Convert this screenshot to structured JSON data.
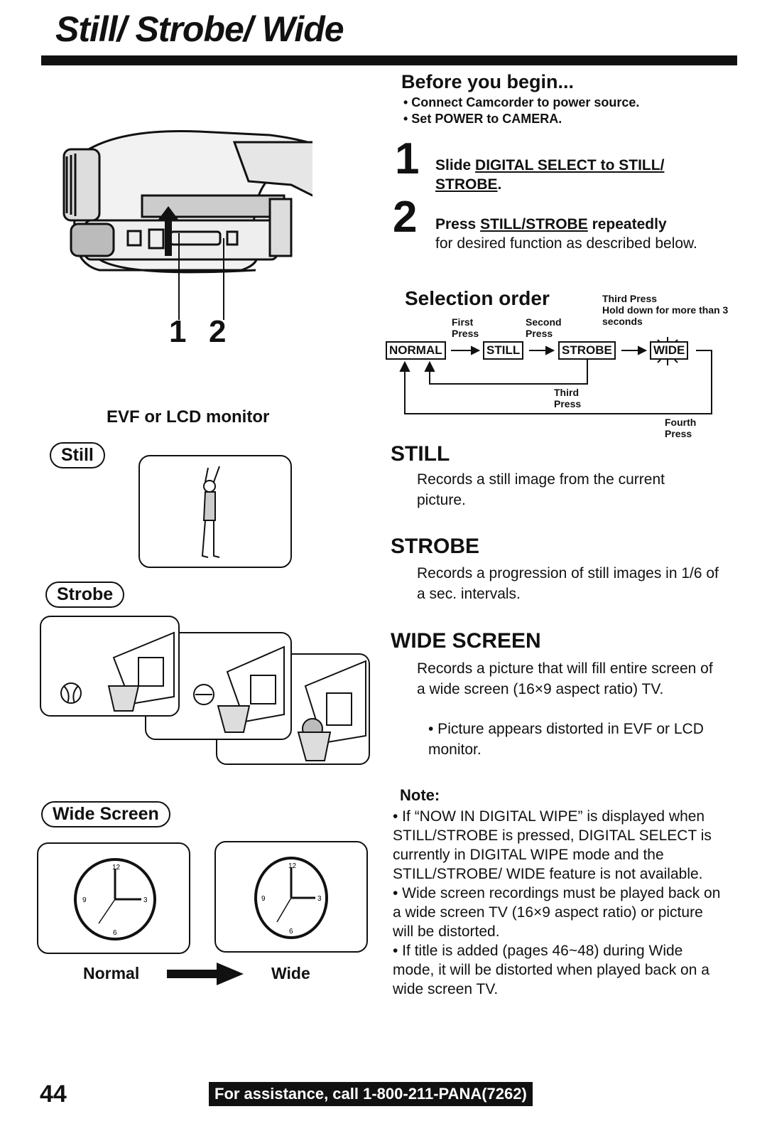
{
  "page": {
    "title": "Still/ Strobe/ Wide",
    "page_number": "44",
    "footer": "For assistance, call 1-800-211-PANA(7262)"
  },
  "camcorder": {
    "callout_1": "1",
    "callout_2": "2"
  },
  "monitor_label": "EVF or LCD monitor",
  "modes": {
    "still": "Still",
    "strobe": "Strobe",
    "wide_screen": "Wide Screen"
  },
  "clock": {
    "normal": "Normal",
    "wide": "Wide",
    "n12": "12",
    "n3": "3",
    "n6": "6",
    "n9": "9"
  },
  "before": {
    "heading": "Before you begin...",
    "items": [
      "• Connect Camcorder to power source.",
      "• Set POWER to CAMERA."
    ]
  },
  "steps": [
    {
      "num": "1",
      "pre": "Slide ",
      "u": "DIGITAL SELECT to STILL/ STROBE",
      "post": "."
    },
    {
      "num": "2",
      "pre": "Press ",
      "u": "STILL/STROBE",
      "bold_post": " repeatedly",
      "rest": "for desired function as described below."
    }
  ],
  "selection": {
    "heading": "Selection order",
    "normal": "NORMAL",
    "still": "STILL",
    "strobe": "STROBE",
    "wide": "WIDE",
    "first_press": "First Press",
    "second_press": "Second Press",
    "third_press_top": "Third Press",
    "hold_note": "Hold down for more than 3 seconds",
    "third_press": "Third Press",
    "fourth_press": "Fourth Press"
  },
  "sections": [
    {
      "heading": "STILL",
      "text": "Records a still image from the current picture."
    },
    {
      "heading": "STROBE",
      "text": "Records a progression of still images in 1/6 of a sec. intervals."
    },
    {
      "heading": "WIDE SCREEN",
      "text": "Records a picture that will fill entire screen of a wide screen (16×9 aspect ratio) TV.",
      "sub": "• Picture appears distorted in EVF or LCD monitor."
    }
  ],
  "note": {
    "heading": "Note:",
    "items": [
      "• If “NOW IN DIGITAL WIPE” is displayed when STILL/STROBE is pressed, DIGITAL SELECT is currently in DIGITAL WIPE mode and the STILL/STROBE/ WIDE feature is not available.",
      "• Wide screen recordings must be played back on a wide screen TV (16×9 aspect ratio) or picture will be distorted.",
      "• If title is added (pages 46~48) during Wide mode, it will be distorted when played back on a wide screen TV."
    ]
  }
}
